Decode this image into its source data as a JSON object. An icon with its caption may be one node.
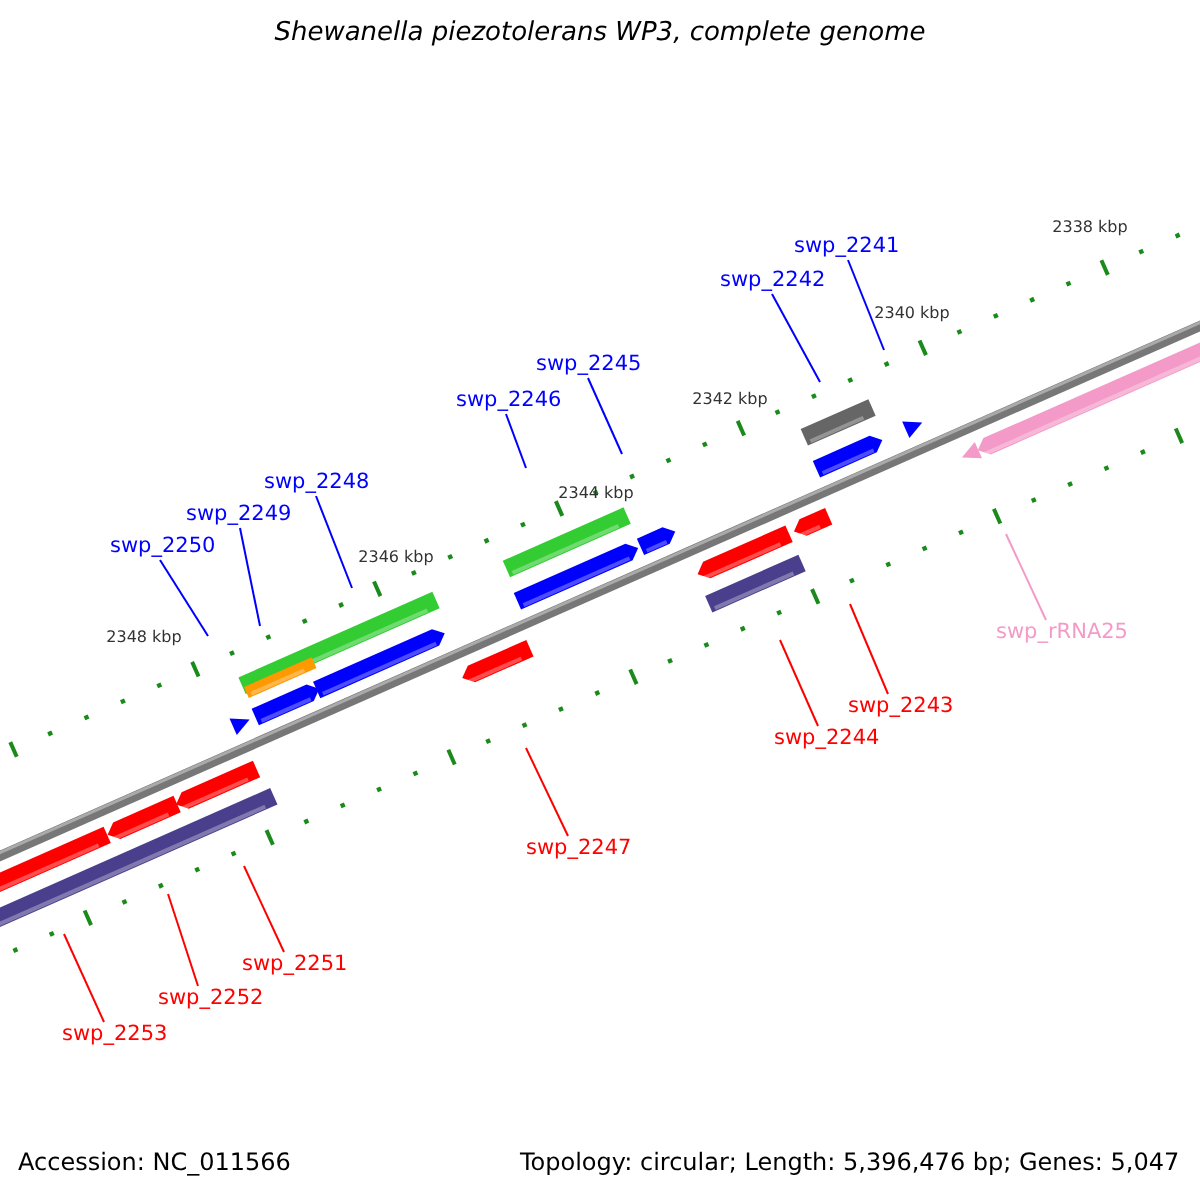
{
  "diagram": {
    "title": "Shewanella piezotolerans WP3, complete genome",
    "nodes": [
      {
        "text": [
          "swp_2241"
        ]
      },
      {
        "text": [
          "swp_2242"
        ]
      },
      {
        "text": [
          "swp_2245"
        ]
      },
      {
        "text": [
          "swp_2246"
        ]
      },
      {
        "text": [
          "swp_2248"
        ]
      },
      {
        "text": [
          "swp_2249"
        ]
      },
      {
        "text": [
          "swp_2250"
        ]
      },
      {
        "text": [
          "swp_rRNA25"
        ]
      },
      {
        "text": [
          "swp_2243"
        ]
      },
      {
        "text": [
          "swp_2244"
        ]
      },
      {
        "text": [
          "swp_2247"
        ]
      },
      {
        "text": [
          "swp_2251"
        ]
      },
      {
        "text": [
          "swp_2252"
        ]
      },
      {
        "text": [
          "swp_2253"
        ]
      }
    ],
    "edges": [
      {
        "from": 0,
        "to": null,
        "arrow": "none"
      },
      {
        "from": 1,
        "to": null,
        "arrow": "none"
      },
      {
        "from": 2,
        "to": null,
        "arrow": "none"
      },
      {
        "from": 3,
        "to": null,
        "arrow": "none"
      },
      {
        "from": 4,
        "to": null,
        "arrow": "none"
      },
      {
        "from": 5,
        "to": null,
        "arrow": "none"
      },
      {
        "from": 6,
        "to": null,
        "arrow": "none"
      },
      {
        "from": 7,
        "to": null,
        "arrow": "none",
        "color": "#f49ac8"
      },
      {
        "from": 8,
        "to": null,
        "arrow": "none",
        "color": "#ff0000"
      },
      {
        "from": 9,
        "to": null,
        "arrow": "none",
        "color": "#ff0000"
      },
      {
        "from": 10,
        "to": null,
        "arrow": "none",
        "color": "#ff0000"
      },
      {
        "from": 11,
        "to": null,
        "arrow": "none",
        "color": "#ff0000"
      },
      {
        "from": 12,
        "to": null,
        "arrow": "none",
        "color": "#ff0000"
      },
      {
        "from": 13,
        "to": null,
        "arrow": "none",
        "color": "#ff0000"
      }
    ],
    "labels": [
      "2338 kbp",
      "2340 kbp",
      "2342 kbp",
      "2344 kbp",
      "2346 kbp",
      "2348 kbp",
      "Accession: NC_011566",
      "Topology: circular; Length: 5,396,476 bp; Genes: 5,047"
    ]
  }
}
